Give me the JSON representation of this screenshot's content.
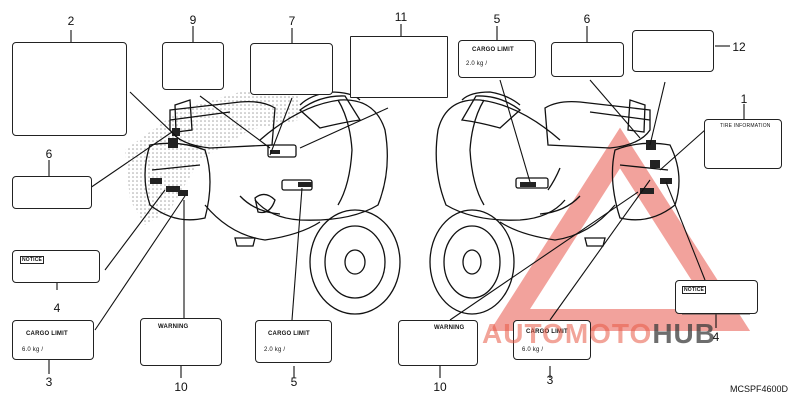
{
  "diagram": {
    "callouts": [
      "2",
      "9",
      "7",
      "11",
      "5",
      "6",
      "12",
      "1",
      "6",
      "4",
      "3",
      "10",
      "5",
      "10",
      "3",
      "4"
    ],
    "cargo_limit_title": "CARGO LIMIT",
    "cargo_weight_small": "2.0 kg /",
    "cargo_weight_large": "6.0 kg /",
    "warning_text": "WARNING",
    "info_label_heading": "TIRE INFORMATION",
    "notice_text": "NOTICE",
    "part_code": "MCSPF4600D"
  },
  "watermark": {
    "part1": "AUTOMOTO",
    "part2": "HUB",
    "color_accent": "#e8554a",
    "color_dark": "#3a3a3a"
  }
}
